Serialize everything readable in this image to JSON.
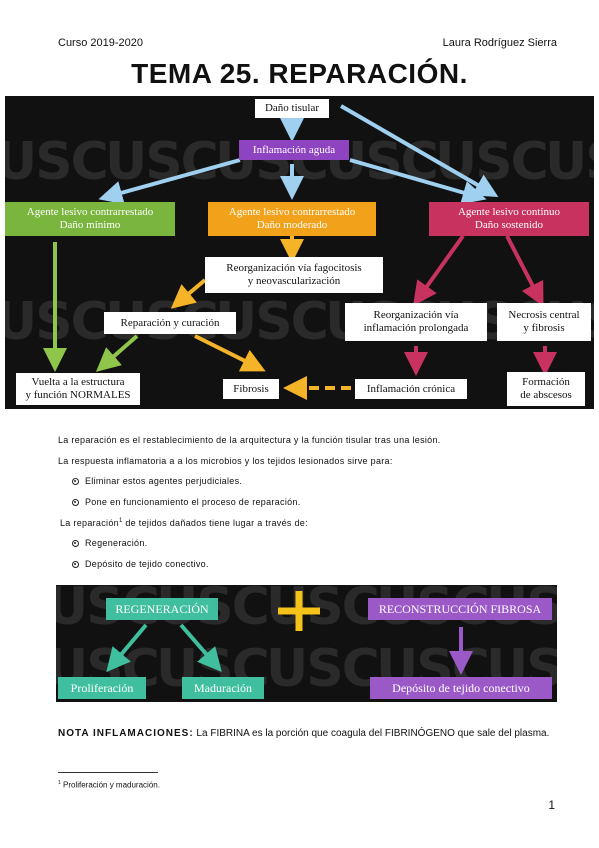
{
  "header": {
    "course": "Curso 2019-2020",
    "author": "Laura Rodríguez Sierra"
  },
  "title": "TEMA 25. REPARACIÓN.",
  "diagram1": {
    "watermark": "USC",
    "dano_tisular": "Daño tisular",
    "inflamacion_aguda": "Inflamación aguda",
    "agente_minimo_1": "Agente lesivo contrarrestado",
    "agente_minimo_2": "Daño mínimo",
    "agente_moderado_1": "Agente lesivo contrarrestado",
    "agente_moderado_2": "Daño moderado",
    "agente_continuo_1": "Agente lesivo continuo",
    "agente_continuo_2": "Daño sostenido",
    "reorg_fago_1": "Reorganización vía fagocitosis",
    "reorg_fago_2": "y neovascularización",
    "reparacion_curacion": "Reparación y curación",
    "reorg_prolongada_1": "Reorganización vía",
    "reorg_prolongada_2": "inflamación prolongada",
    "necrosis_1": "Necrosis central",
    "necrosis_2": "y fibrosis",
    "vuelta_1": "Vuelta a la estructura",
    "vuelta_2": "y función NORMALES",
    "fibrosis": "Fibrosis",
    "inflamacion_cronica": "Inflamación crónica",
    "formacion_1": "Formación",
    "formacion_2": "de abscesos"
  },
  "body": {
    "p1": "La reparación es el restablecimiento de la arquitectura y la función tisular tras una lesión.",
    "p2": "La respuesta inflamatoria a a los microbios y los tejidos lesionados sirve para:",
    "b1": "Eliminar estos agentes perjudiciales.",
    "b2": "Pone en funcionamiento el proceso de reparación.",
    "p3a": "La reparación",
    "p3sup": "1",
    "p3b": " de tejidos dañados tiene lugar a través de:",
    "b3": "Regeneración.",
    "b4": "Depósito de tejido conectivo."
  },
  "diagram2": {
    "regeneracion": "REGENERACIÓN",
    "reconstruccion": "RECONSTRUCCIÓN FIBROSA",
    "proliferacion": "Proliferación",
    "maduracion": "Maduración",
    "deposito": "Depósito de tejido conectivo"
  },
  "nota": {
    "label": "NOTA INFLAMACIONES:",
    "text": " La FIBRINA es la porción que coagula del FIBRINÓGENO que sale del plasma."
  },
  "footnote": {
    "num": "1",
    "text": " Proliferación y maduración."
  },
  "page_number": "1",
  "colors": {
    "panel": "#111111",
    "purple": "#8e44c0",
    "green": "#7ab63d",
    "orange": "#f1a21a",
    "red": "#c7325e",
    "blue_arrow": "#9fd0f0",
    "teal": "#3fbf9e",
    "yellow": "#f5c21a"
  }
}
